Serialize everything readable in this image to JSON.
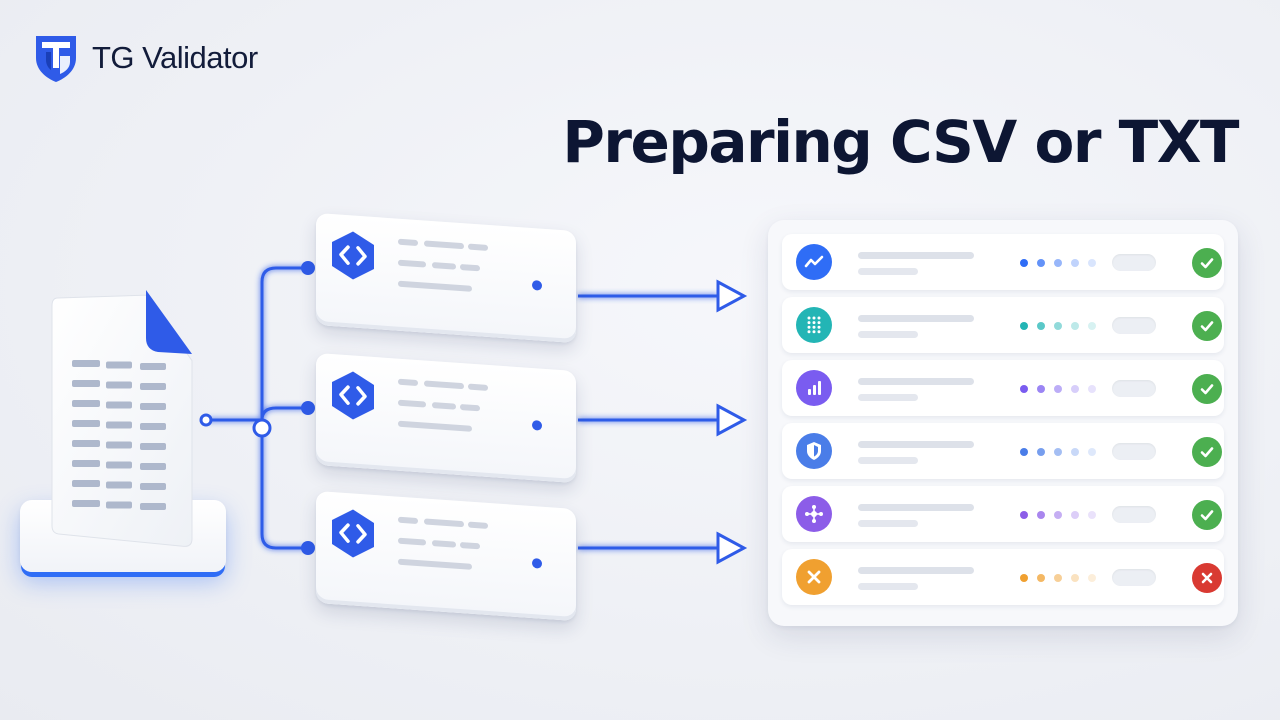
{
  "brand": {
    "name": "TG Validator",
    "logo_icon": "shield-tg-logo",
    "color": "#2f5be8"
  },
  "headline": "Preparing CSV or TXT",
  "source_file": {
    "icon": "document-table-icon",
    "rows": 8,
    "columns": 3
  },
  "processors": [
    {
      "icon": "code-icon"
    },
    {
      "icon": "code-icon"
    },
    {
      "icon": "code-icon"
    }
  ],
  "results": [
    {
      "icon": "trend-icon",
      "color": "#2f6df6",
      "status": "valid",
      "status_icon": "check-icon"
    },
    {
      "icon": "grid-icon",
      "color": "#23b5b5",
      "status": "valid",
      "status_icon": "check-icon"
    },
    {
      "icon": "bar-chart-icon",
      "color": "#7a5cf0",
      "status": "valid",
      "status_icon": "check-icon"
    },
    {
      "icon": "shield-icon",
      "color": "#4a7de8",
      "status": "valid",
      "status_icon": "check-icon"
    },
    {
      "icon": "network-icon",
      "color": "#8c5de8",
      "status": "valid",
      "status_icon": "check-icon"
    },
    {
      "icon": "x-icon",
      "color": "#f0a030",
      "status": "invalid",
      "status_icon": "cross-icon"
    }
  ],
  "colors": {
    "accent": "#2f5be8",
    "valid": "#4caf50",
    "invalid": "#d93a32"
  }
}
